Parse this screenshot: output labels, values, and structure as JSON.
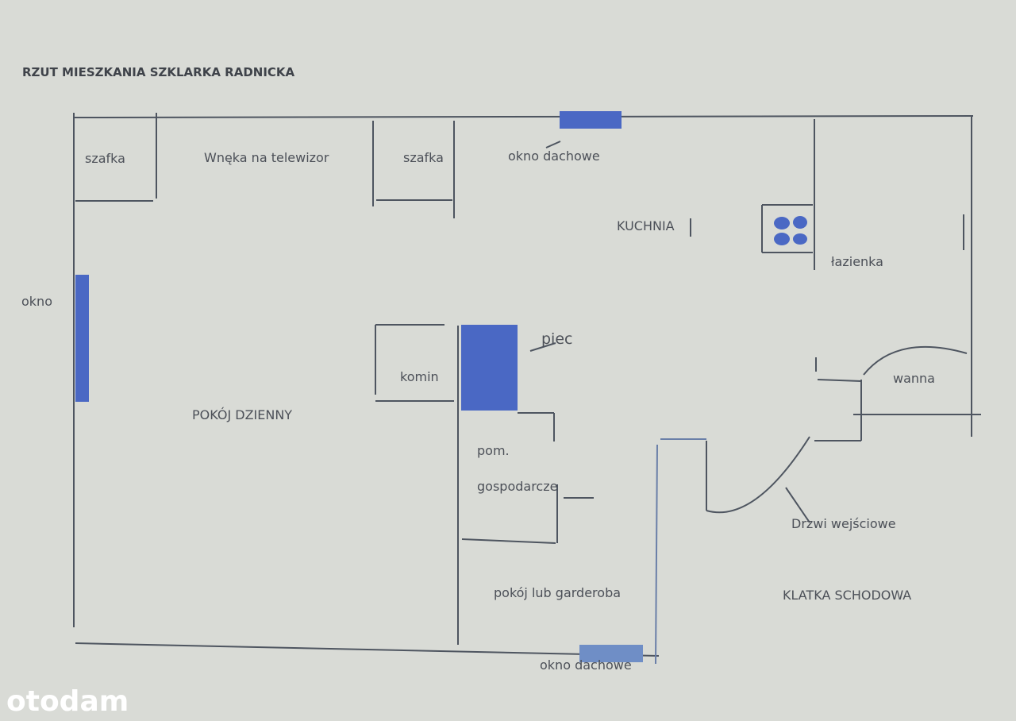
{
  "title": "RZUT MIESZKANIA SZKLARKA RADNICKA",
  "rooms": {
    "szafka_left": "szafka",
    "tv_niche": "Wnęka na telewizor",
    "szafka_mid": "szafka",
    "skylight_top": "okno dachowe",
    "kitchen": "KUCHNIA",
    "bathroom": "łazienka",
    "window_left": "okno",
    "chimney": "komin",
    "stove": "piec",
    "living_room": "POKÓJ DZIENNY",
    "utility_1": "pom.",
    "utility_2": "gospodarcze",
    "bathtub": "wanna",
    "entrance_door": "Drzwi wejściowe",
    "room_or_wardrobe": "pokój lub garderoba",
    "staircase": "KLATKA SCHODOWA",
    "skylight_bottom": "okno dachowe"
  },
  "watermark": "otodam",
  "colors": {
    "window": "#4a68c4",
    "wall": "#4e5560"
  }
}
